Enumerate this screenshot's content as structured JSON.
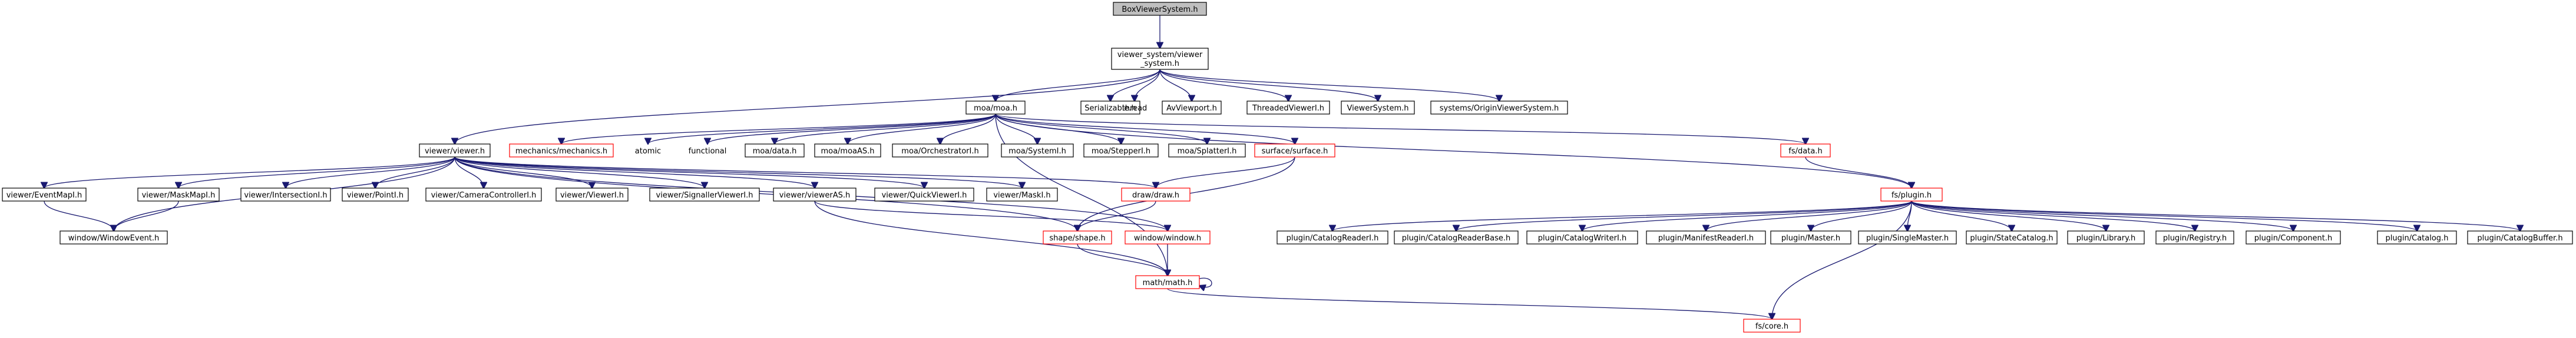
{
  "title": "BoxViewerSystem.h",
  "nodes": {
    "root": "BoxViewerSystem.h",
    "vs": "viewer_system/viewer\n_system.h",
    "moa": "moa/moa.h",
    "serializable": "Serializable.h",
    "thread": "thread",
    "avviewport": "AvViewport.h",
    "threadedviewer": "ThreadedViewerI.h",
    "viewersystem": "ViewerSystem.h",
    "originviewer": "systems/OriginViewerSystem.h",
    "viewer": "viewer/viewer.h",
    "mechanics": "mechanics/mechanics.h",
    "atomic": "atomic",
    "functional": "functional",
    "moadata": "moa/data.h",
    "moamoaas": "moa/moaAS.h",
    "moaorch": "moa/OrchestratorI.h",
    "moasystem": "moa/SystemI.h",
    "moastepper": "moa/StepperI.h",
    "moasplatter": "moa/SplatterI.h",
    "surface": "surface/surface.h",
    "fsdata": "fs/data.h",
    "eventmapi": "viewer/EventMapI.h",
    "maskmapi": "viewer/MaskMapI.h",
    "intersection": "viewer/IntersectionI.h",
    "pointi": "viewer/PointI.h",
    "cameractl": "viewer/CameraControllerI.h",
    "vieweri": "viewer/ViewerI.h",
    "signaller": "viewer/SignallerViewerI.h",
    "viewerviewas": "viewer/viewerAS.h",
    "quickviewer": "viewer/QuickViewerI.h",
    "maski": "viewer/MaskI.h",
    "draw": "draw/draw.h",
    "windowevent": "window/WindowEvent.h",
    "shape": "shape/shape.h",
    "window": "window/window.h",
    "math": "math/math.h",
    "fscore": "fs/core.h",
    "plugin": "fs/plugin.h",
    "catreader": "plugin/CatalogReaderI.h",
    "catreaderbase": "plugin/CatalogReaderBase.h",
    "catwriter": "plugin/CatalogWriterI.h",
    "manifest": "plugin/ManifestReaderI.h",
    "master": "plugin/Master.h",
    "singlemaster": "plugin/SingleMaster.h",
    "statecatalog": "plugin/StateCatalog.h",
    "library": "plugin/Library.h",
    "registry": "plugin/Registry.h",
    "component": "plugin/Component.h",
    "catalog": "plugin/Catalog.h",
    "catbuffer": "plugin/CatalogBuffer.h"
  },
  "edges": [
    [
      "root",
      "vs"
    ],
    [
      "vs",
      "moa"
    ],
    [
      "vs",
      "serializable"
    ],
    [
      "vs",
      "thread"
    ],
    [
      "vs",
      "avviewport"
    ],
    [
      "vs",
      "threadedviewer"
    ],
    [
      "vs",
      "viewersystem"
    ],
    [
      "vs",
      "originviewer"
    ],
    [
      "vs",
      "viewer"
    ],
    [
      "moa",
      "mechanics"
    ],
    [
      "moa",
      "atomic"
    ],
    [
      "moa",
      "functional"
    ],
    [
      "moa",
      "moadata"
    ],
    [
      "moa",
      "moamoaas"
    ],
    [
      "moa",
      "moaorch"
    ],
    [
      "moa",
      "moasystem"
    ],
    [
      "moa",
      "moastepper"
    ],
    [
      "moa",
      "moasplatter"
    ],
    [
      "moa",
      "surface"
    ],
    [
      "moa",
      "fsdata"
    ],
    [
      "moa",
      "plugin"
    ],
    [
      "moa",
      "math"
    ],
    [
      "viewer",
      "eventmapi"
    ],
    [
      "viewer",
      "maskmapi"
    ],
    [
      "viewer",
      "intersection"
    ],
    [
      "viewer",
      "pointi"
    ],
    [
      "viewer",
      "cameractl"
    ],
    [
      "viewer",
      "vieweri"
    ],
    [
      "viewer",
      "signaller"
    ],
    [
      "viewer",
      "viewerviewas"
    ],
    [
      "viewer",
      "quickviewer"
    ],
    [
      "viewer",
      "maski"
    ],
    [
      "viewer",
      "draw"
    ],
    [
      "viewer",
      "windowevent"
    ],
    [
      "viewer",
      "shape"
    ],
    [
      "viewer",
      "window"
    ],
    [
      "eventmapi",
      "windowevent"
    ],
    [
      "maskmapi",
      "windowevent"
    ],
    [
      "viewerviewas",
      "math"
    ],
    [
      "viewerviewas",
      "window"
    ],
    [
      "draw",
      "shape"
    ],
    [
      "surface",
      "draw"
    ],
    [
      "surface",
      "shape"
    ],
    [
      "shape",
      "math"
    ],
    [
      "window",
      "math"
    ],
    [
      "math",
      "math"
    ],
    [
      "math",
      "fscore"
    ],
    [
      "fsdata",
      "plugin"
    ],
    [
      "plugin",
      "catreader"
    ],
    [
      "plugin",
      "catreaderbase"
    ],
    [
      "plugin",
      "catwriter"
    ],
    [
      "plugin",
      "manifest"
    ],
    [
      "plugin",
      "master"
    ],
    [
      "plugin",
      "singlemaster"
    ],
    [
      "plugin",
      "statecatalog"
    ],
    [
      "plugin",
      "library"
    ],
    [
      "plugin",
      "registry"
    ],
    [
      "plugin",
      "component"
    ],
    [
      "plugin",
      "catalog"
    ],
    [
      "plugin",
      "catbuffer"
    ],
    [
      "plugin",
      "fscore"
    ]
  ]
}
